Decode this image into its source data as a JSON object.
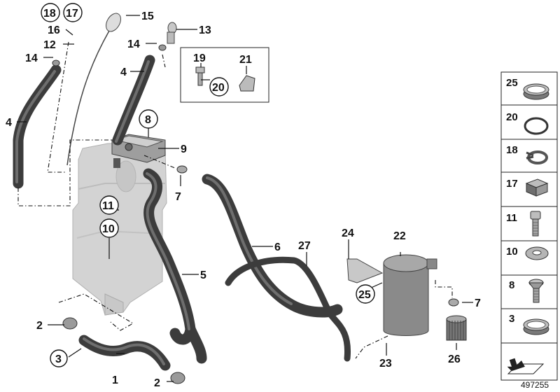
{
  "callouts": {
    "n1": "1",
    "n2a": "2",
    "n2b": "2",
    "n3": "3",
    "n4a": "4",
    "n4b": "4",
    "n5": "5",
    "n6": "6",
    "n7a": "7",
    "n7b": "7",
    "n8": "8",
    "n9": "9",
    "n10": "10",
    "n11": "11",
    "n12": "12",
    "n13": "13",
    "n14a": "14",
    "n14b": "14",
    "n15": "15",
    "n16": "16",
    "n17": "17",
    "n18": "18",
    "n19": "19",
    "n20": "20",
    "n21": "21",
    "n22": "22",
    "n23": "23",
    "n24": "24",
    "n25": "25",
    "n26": "26",
    "n27": "27"
  },
  "legend": [
    {
      "num": "25",
      "icon": "hose-clamp-icon"
    },
    {
      "num": "20",
      "icon": "o-ring-icon"
    },
    {
      "num": "18",
      "icon": "spring-clip-icon"
    },
    {
      "num": "17",
      "icon": "foam-pad-icon"
    },
    {
      "num": "11",
      "icon": "bolt-icon"
    },
    {
      "num": "10",
      "icon": "washer-icon"
    },
    {
      "num": "8",
      "icon": "countersunk-screw-icon"
    },
    {
      "num": "3",
      "icon": "hose-clamp-icon"
    }
  ],
  "reference_number": "497255",
  "colors": {
    "hose": "#3c3c3c",
    "tank": "#cfcfcf",
    "canister": "#8a8a8a"
  }
}
